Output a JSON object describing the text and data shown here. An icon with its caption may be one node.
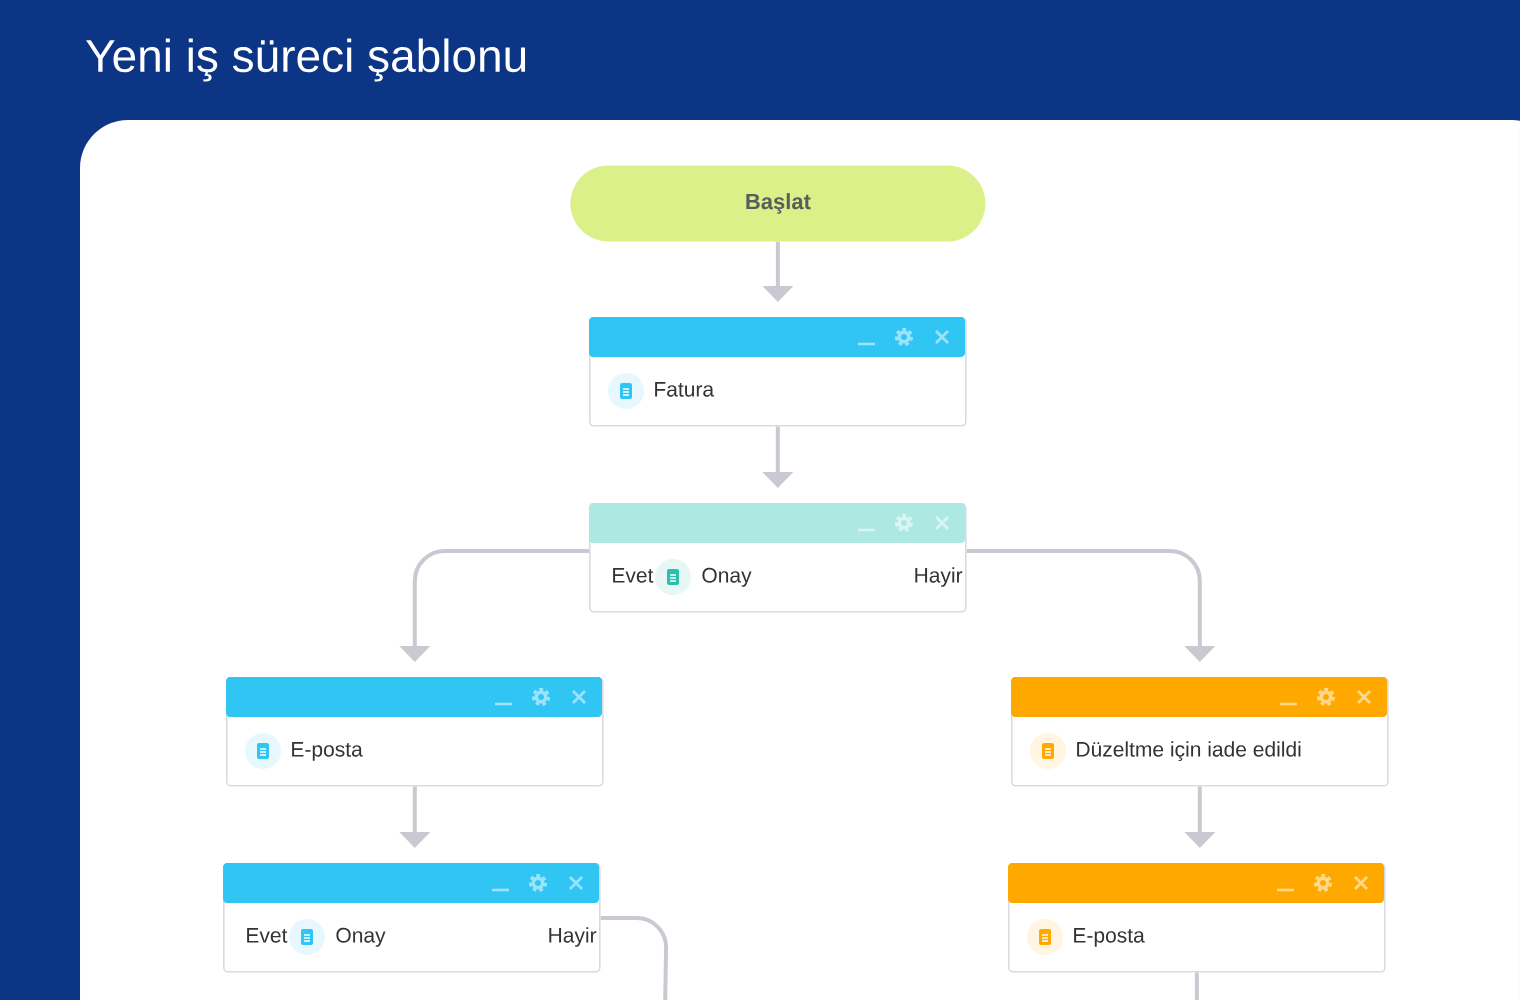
{
  "diagram": {
    "title": "Yeni iş süreci şablonu",
    "nodes": [
      {
        "text": [
          "Başlat"
        ]
      },
      {
        "text": [
          "Fatura"
        ]
      },
      {
        "text": [
          "Evet",
          "Onay",
          "Hayir"
        ]
      },
      {
        "text": [
          "E-posta"
        ]
      },
      {
        "text": [
          "Düzeltme için iade edildi"
        ]
      },
      {
        "text": [
          "Evet",
          "Onay",
          "Hayir"
        ]
      },
      {
        "text": [
          "E-posta"
        ]
      }
    ],
    "edges": [
      {
        "from": 0,
        "to": 1,
        "arrow": "to"
      },
      {
        "from": 1,
        "to": 2,
        "arrow": "to"
      },
      {
        "from": 2,
        "to": 3,
        "arrow": "to"
      },
      {
        "from": 2,
        "to": 4,
        "arrow": "to"
      },
      {
        "from": 3,
        "to": 5,
        "arrow": "to"
      },
      {
        "from": 4,
        "to": 6,
        "arrow": "to"
      },
      {
        "from": 5,
        "to": null,
        "arrow": "none"
      },
      {
        "from": 6,
        "to": null,
        "arrow": "none"
      }
    ]
  }
}
